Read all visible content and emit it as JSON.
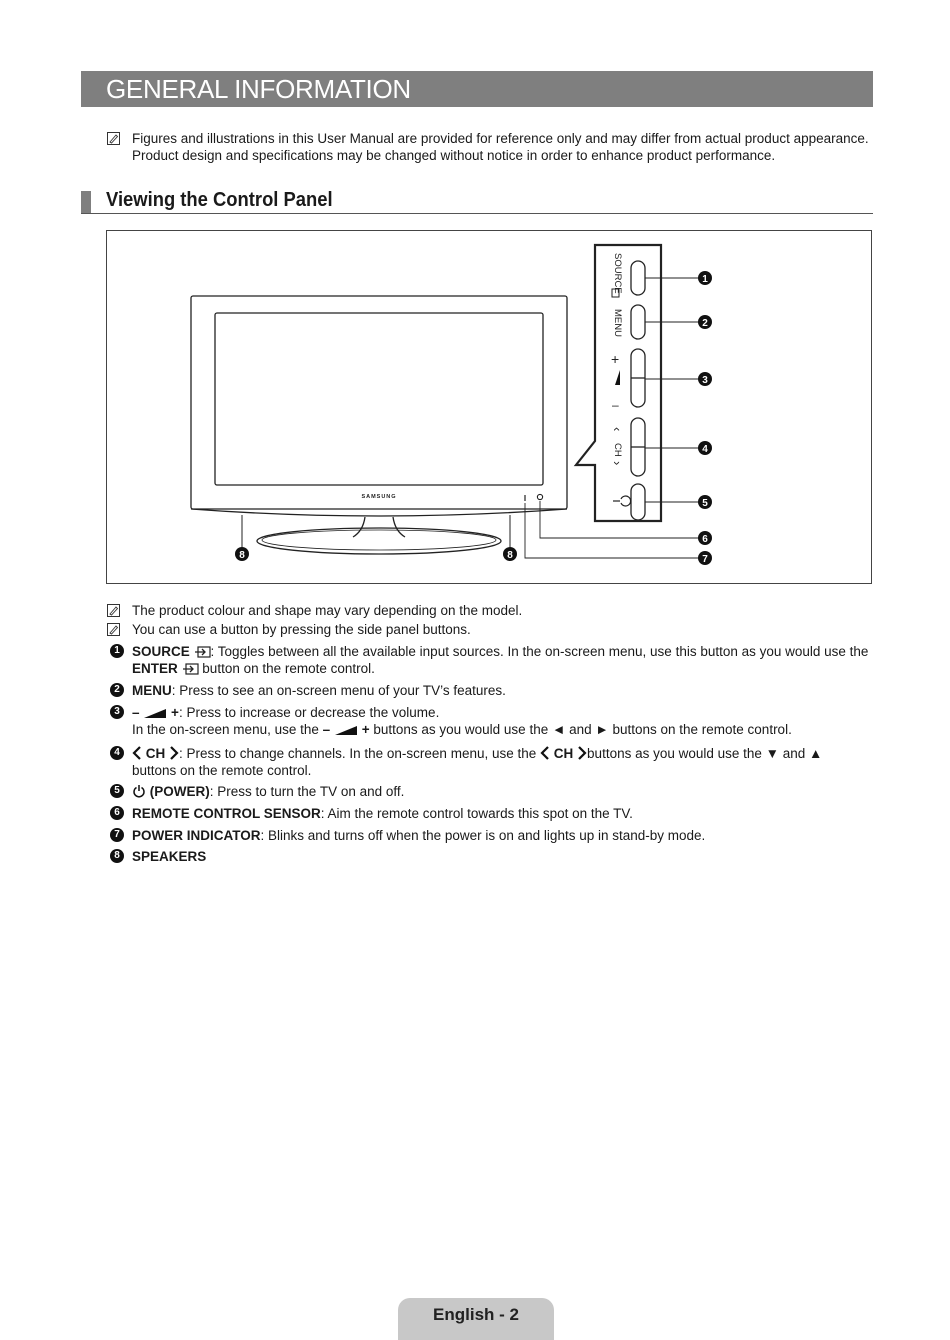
{
  "header": {
    "title": "GENERAL INFORMATION"
  },
  "intro_note": {
    "line1": "Figures and illustrations in this User Manual are provided for reference only and may differ from actual product appearance.",
    "line2": "Product design and specifications may be changed without notice in order to enhance product performance."
  },
  "section": {
    "title": "Viewing the Control Panel"
  },
  "figure": {
    "brand": "SAMSUNG",
    "panel_labels": {
      "source": "SOURCE",
      "menu": "MENU",
      "vol_plus": "+",
      "vol_minus": "–",
      "ch_left": "‹",
      "ch": "CH",
      "ch_right": "›"
    },
    "callouts": [
      "1",
      "2",
      "3",
      "4",
      "5",
      "6",
      "7",
      "8",
      "8"
    ]
  },
  "notes": [
    "The product colour and shape may vary depending on the model.",
    "You can use a button by pressing the side panel buttons."
  ],
  "items": {
    "source": {
      "num": "1",
      "label": "SOURCE",
      "text": ": Toggles between all the available input sources. In the on-screen menu, use this button as you would use the",
      "enter_label": "ENTER",
      "enter_text": "button on the remote control."
    },
    "menu": {
      "num": "2",
      "label": "MENU",
      "text": ": Press to see an on-screen menu of your TV’s features."
    },
    "volume": {
      "num": "3",
      "minus": "–",
      "plus": "+",
      "text": ": Press to increase or decrease the volume.",
      "line2_a": "In the on-screen menu, use the",
      "line2_minus": "–",
      "line2_plus": "+",
      "line2_b": "buttons as you would use the ◄ and ► buttons on the remote control."
    },
    "channel": {
      "num": "4",
      "label": "CH",
      "text": ": Press to change channels. In the on-screen menu, use the",
      "label2": "CH",
      "text2": "buttons as you would use the ▼ and ▲",
      "line2": "buttons on the remote control."
    },
    "power": {
      "num": "5",
      "label": "(POWER)",
      "text": ": Press to turn the TV on and off."
    },
    "sensor": {
      "num": "6",
      "label": "REMOTE CONTROL SENSOR",
      "text": ": Aim the remote control towards this spot on the TV."
    },
    "indicator": {
      "num": "7",
      "label": "POWER INDICATOR",
      "text": ": Blinks and turns off when the power is on and lights up in stand-by mode."
    },
    "speakers": {
      "num": "8",
      "label": "SPEAKERS"
    }
  },
  "footer": {
    "page_label": "English - 2"
  }
}
